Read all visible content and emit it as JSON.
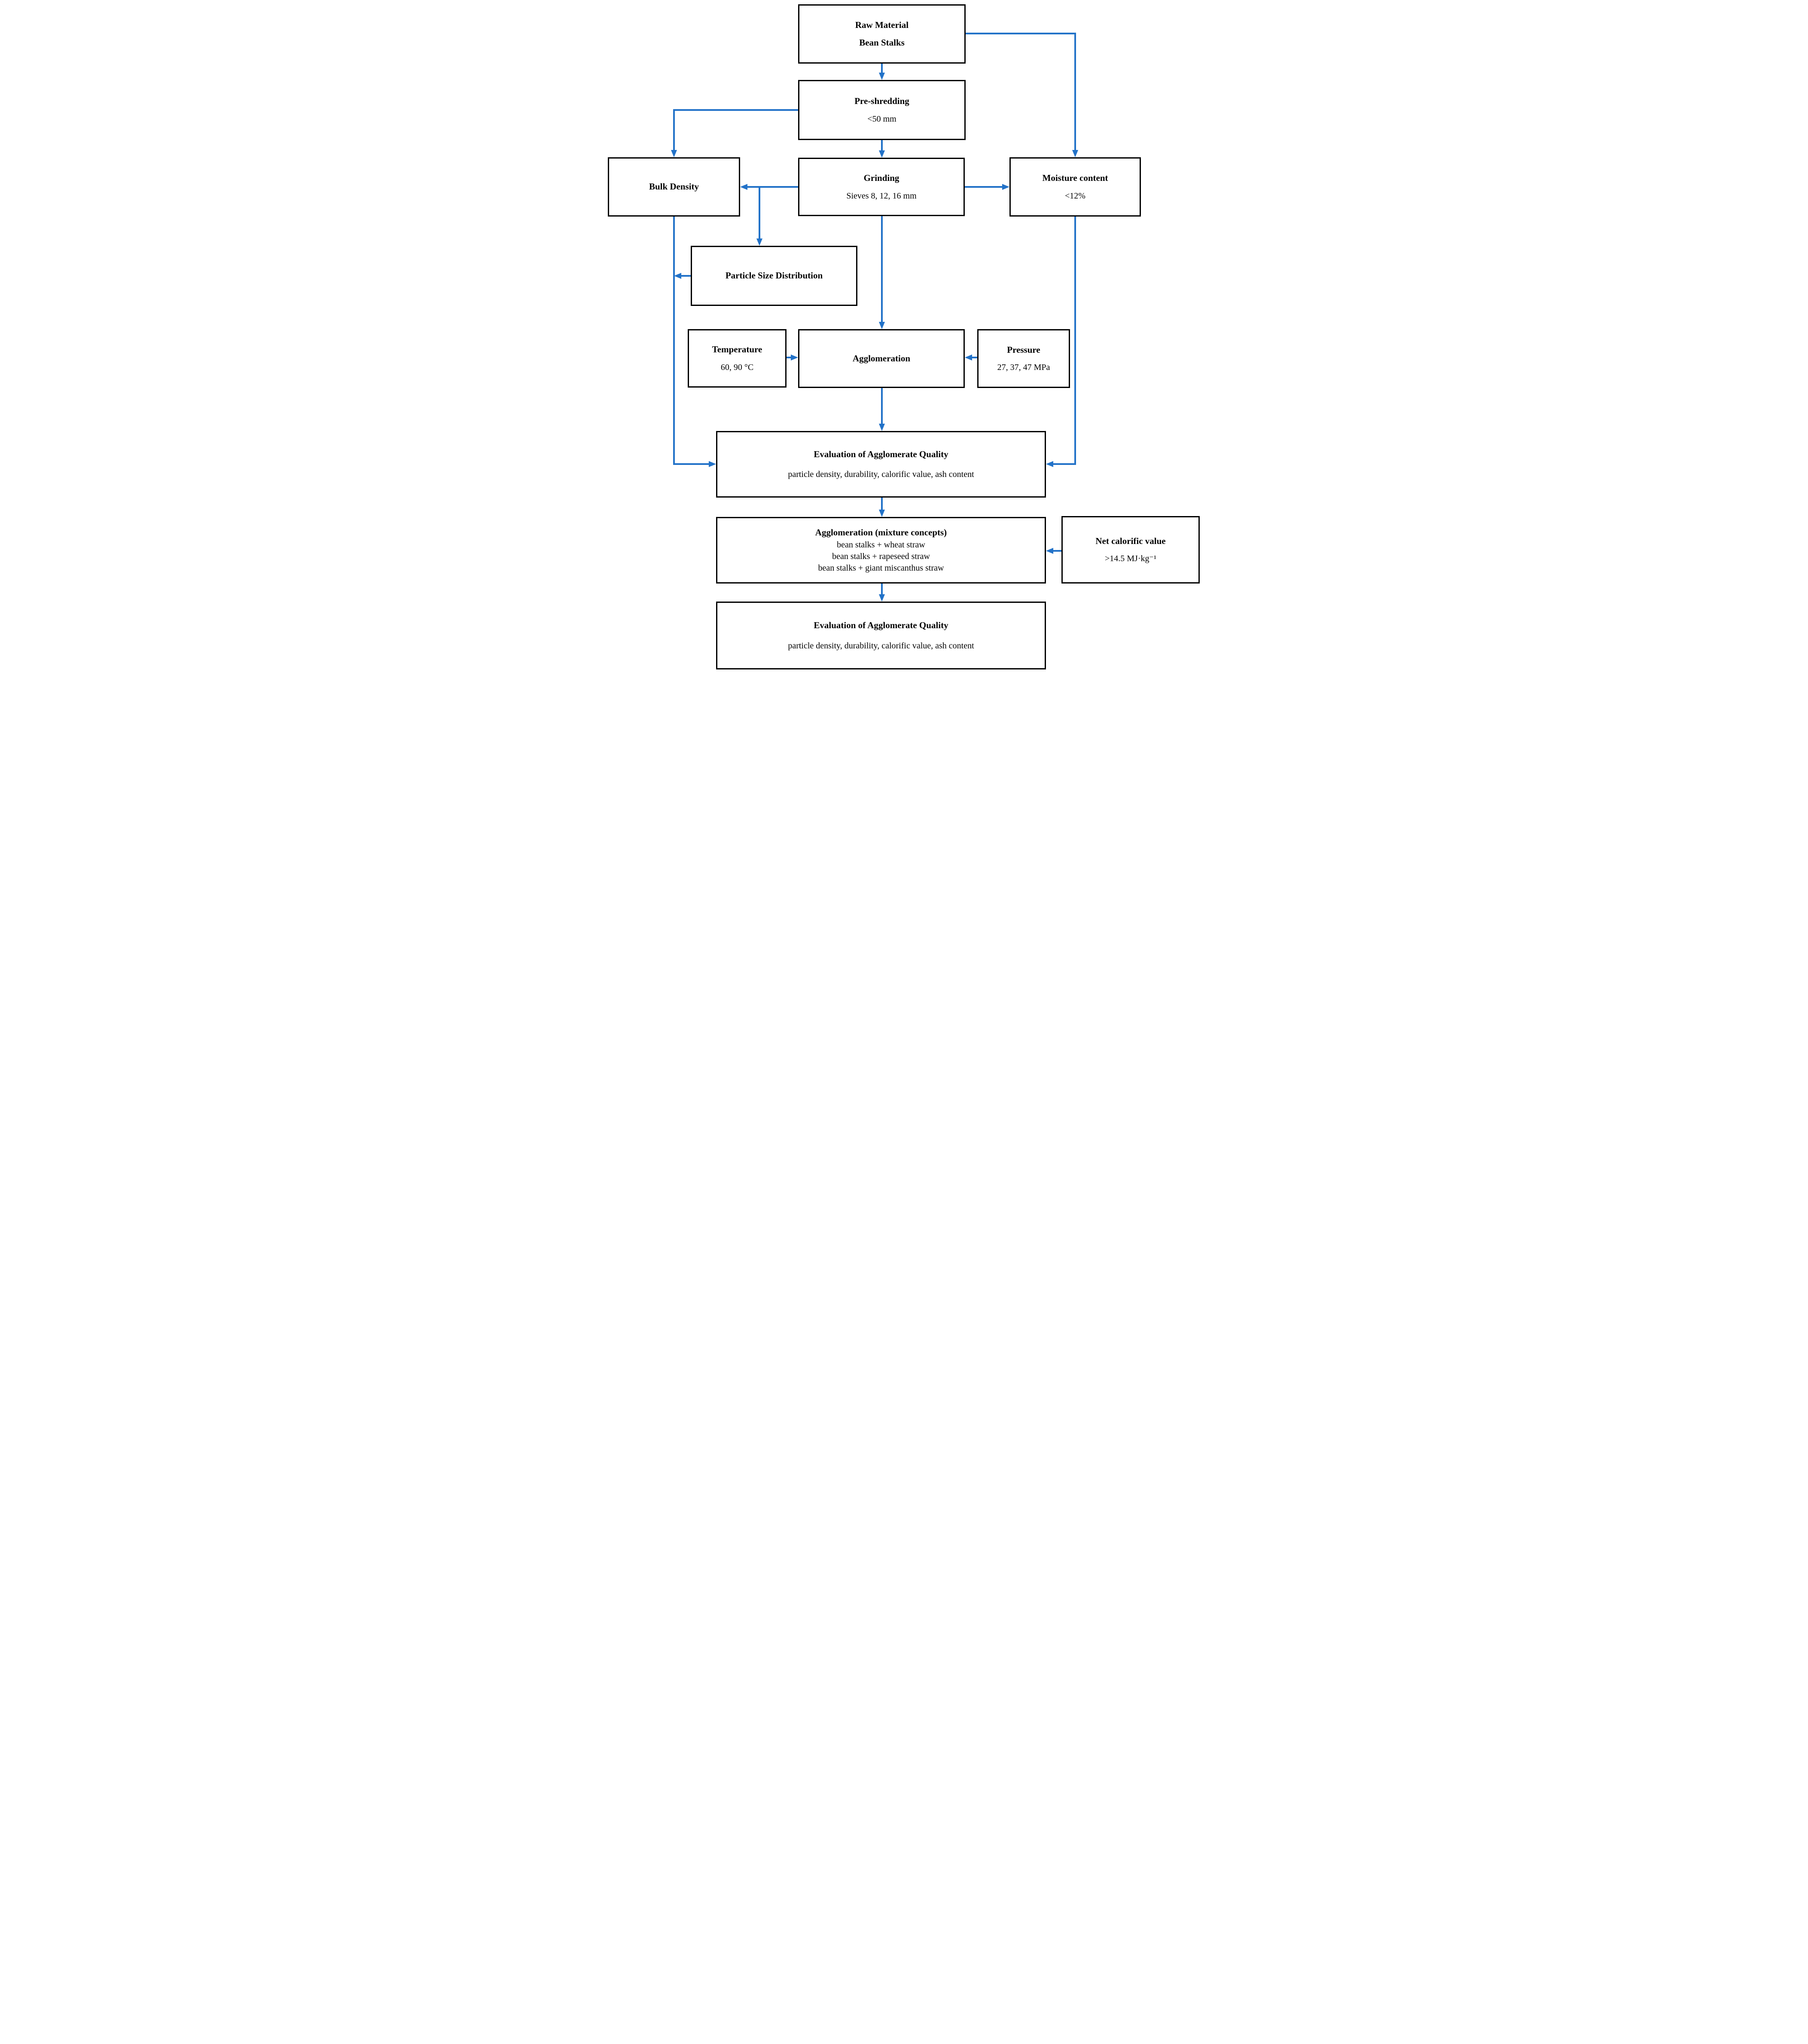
{
  "diagram": {
    "type": "flowchart",
    "colors": {
      "accent_blue": "#2272C8",
      "box_border": "#000000",
      "background": "#FFFFFF"
    },
    "nodes": {
      "raw_material": {
        "title": "Raw Material",
        "subtitle": "Bean Stalks"
      },
      "pre_shredding": {
        "title": "Pre-shredding",
        "subtitle": "<50 mm"
      },
      "grinding": {
        "title": "Grinding",
        "subtitle": "Sieves 8, 12, 16 mm"
      },
      "bulk_density": {
        "title": "Bulk Density"
      },
      "moisture": {
        "title": "Moisture content",
        "subtitle": "<12%"
      },
      "psd": {
        "title": "Particle Size Distribution"
      },
      "temperature": {
        "title": "Temperature",
        "subtitle": "60, 90 °C"
      },
      "agglomeration": {
        "title": "Agglomeration"
      },
      "pressure": {
        "title": "Pressure",
        "subtitle": "27, 37, 47 MPa"
      },
      "evaluation1": {
        "title": "Evaluation of Agglomerate Quality",
        "subtitle": "particle density, durability, calorific value, ash content"
      },
      "mixture": {
        "title": "Agglomeration (mixture concepts)",
        "lines": [
          "bean stalks + wheat straw",
          "bean stalks + rapeseed straw",
          "bean stalks + giant miscanthus straw"
        ]
      },
      "net_calorific": {
        "title": "Net calorific value",
        "subtitle": ">14.5 MJ·kg⁻¹"
      },
      "evaluation2": {
        "title": "Evaluation of Agglomerate Quality",
        "subtitle": "particle density, durability, calorific value, ash content"
      }
    },
    "edges": [
      {
        "from": "raw_material",
        "to": "pre_shredding"
      },
      {
        "from": "raw_material",
        "to": "moisture"
      },
      {
        "from": "pre_shredding",
        "to": "bulk_density"
      },
      {
        "from": "pre_shredding",
        "to": "grinding"
      },
      {
        "from": "grinding",
        "to": "bulk_density"
      },
      {
        "from": "grinding",
        "to": "moisture"
      },
      {
        "from": "grinding",
        "to": "psd"
      },
      {
        "from": "grinding",
        "to": "agglomeration"
      },
      {
        "from": "psd",
        "to": "bulk_density"
      },
      {
        "from": "temperature",
        "to": "agglomeration"
      },
      {
        "from": "pressure",
        "to": "agglomeration"
      },
      {
        "from": "agglomeration",
        "to": "evaluation1"
      },
      {
        "from": "bulk_density",
        "to": "evaluation1"
      },
      {
        "from": "moisture",
        "to": "evaluation1"
      },
      {
        "from": "evaluation1",
        "to": "mixture"
      },
      {
        "from": "net_calorific",
        "to": "mixture"
      },
      {
        "from": "mixture",
        "to": "evaluation2"
      }
    ]
  }
}
